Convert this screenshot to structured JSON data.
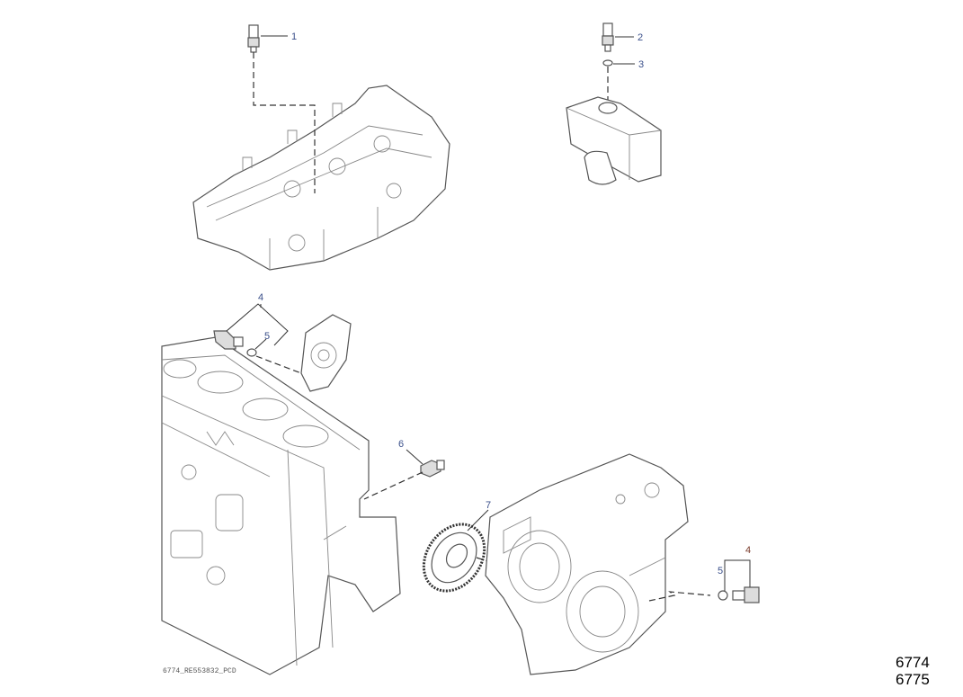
{
  "callouts": {
    "c1": "1",
    "c2": "2",
    "c3": "3",
    "c4a": "4",
    "c5a": "5",
    "c6": "6",
    "c7": "7",
    "c5b": "5",
    "c4b": "4"
  },
  "drawing_ref": "6774_RE553832_PCD",
  "page_numbers": [
    "6774",
    "6775"
  ]
}
